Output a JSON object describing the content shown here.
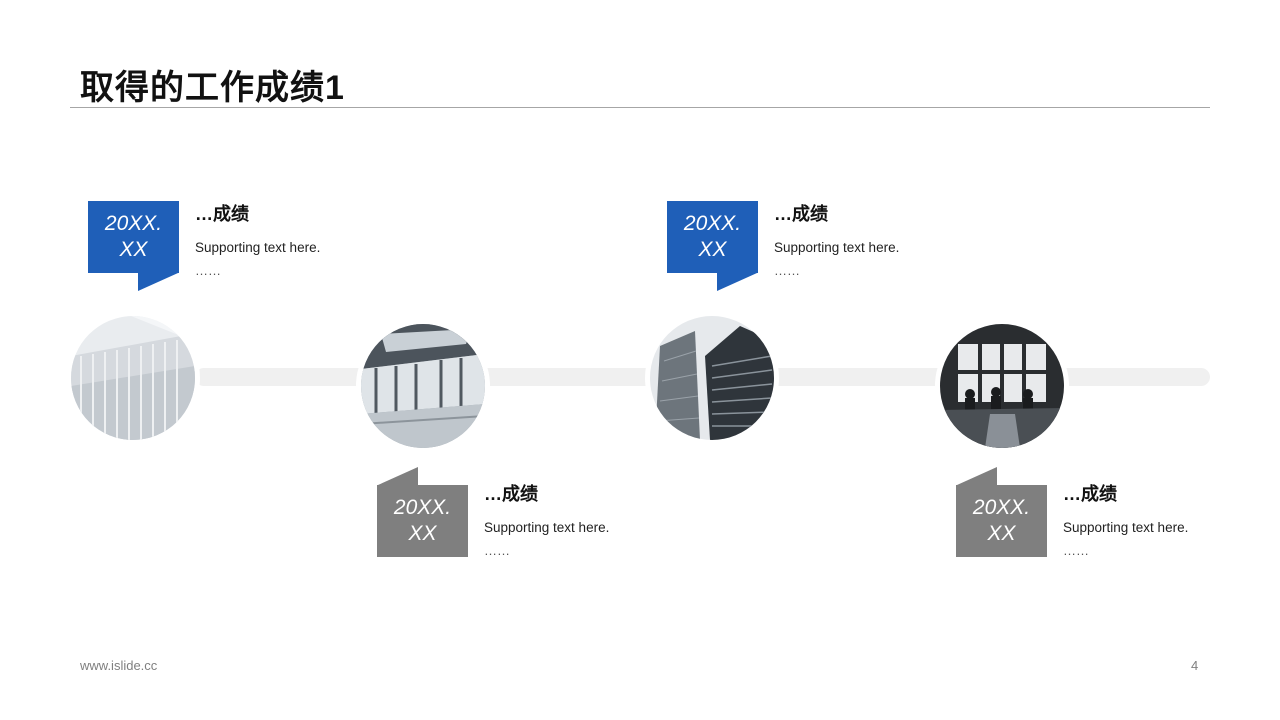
{
  "title": "取得的工作成绩1",
  "footer": {
    "url": "www.islide.cc",
    "page": "4"
  },
  "milestones": [
    {
      "date_line1": "20XX.",
      "date_line2": "XX",
      "heading": "…成绩",
      "text": "Supporting  text here.",
      "ellipsis": "……",
      "bubble_color": "#1f5fb8",
      "photo": "white-building-facade-photo"
    },
    {
      "date_line1": "20XX.",
      "date_line2": "XX",
      "heading": "…成绩",
      "text": "Supporting  text here.",
      "ellipsis": "……",
      "bubble_color": "#7f7f7f",
      "photo": "glass-atrium-interior-photo"
    },
    {
      "date_line1": "20XX.",
      "date_line2": "XX",
      "heading": "…成绩",
      "text": "Supporting  text here.",
      "ellipsis": "……",
      "bubble_color": "#1f5fb8",
      "photo": "skyscrapers-photo"
    },
    {
      "date_line1": "20XX.",
      "date_line2": "XX",
      "heading": "…成绩",
      "text": "Supporting  text here.",
      "ellipsis": "……",
      "bubble_color": "#7f7f7f",
      "photo": "cafe-window-silhouettes-photo"
    }
  ]
}
